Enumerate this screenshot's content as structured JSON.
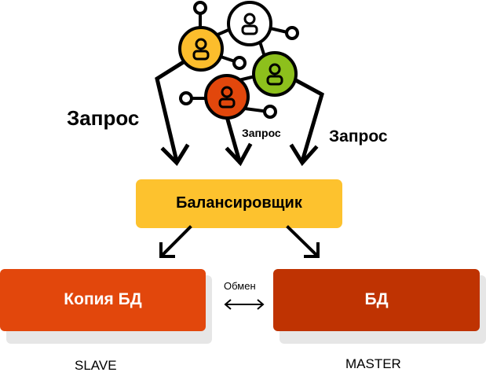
{
  "labels": {
    "request_left": "Запрос",
    "request_middle": "Запрос",
    "request_right": "Запрос",
    "exchange": "Обмен",
    "slave": "SLAVE",
    "master": "MASTER"
  },
  "boxes": {
    "balancer": "Балансировщик",
    "replica_db": "Копия БД",
    "master_db": "БД"
  },
  "colors": {
    "balancer": "#fdc22e",
    "replica": "#e2470c",
    "master": "#bf3302",
    "shadow": "#e6e6e6",
    "user_yellow": "#fcbd2c",
    "user_green": "#8dc01c",
    "user_red": "#e2470c",
    "user_white": "#ffffff"
  },
  "icons": {
    "users": [
      "user-icon-white",
      "user-icon-yellow",
      "user-icon-green",
      "user-icon-red"
    ]
  }
}
